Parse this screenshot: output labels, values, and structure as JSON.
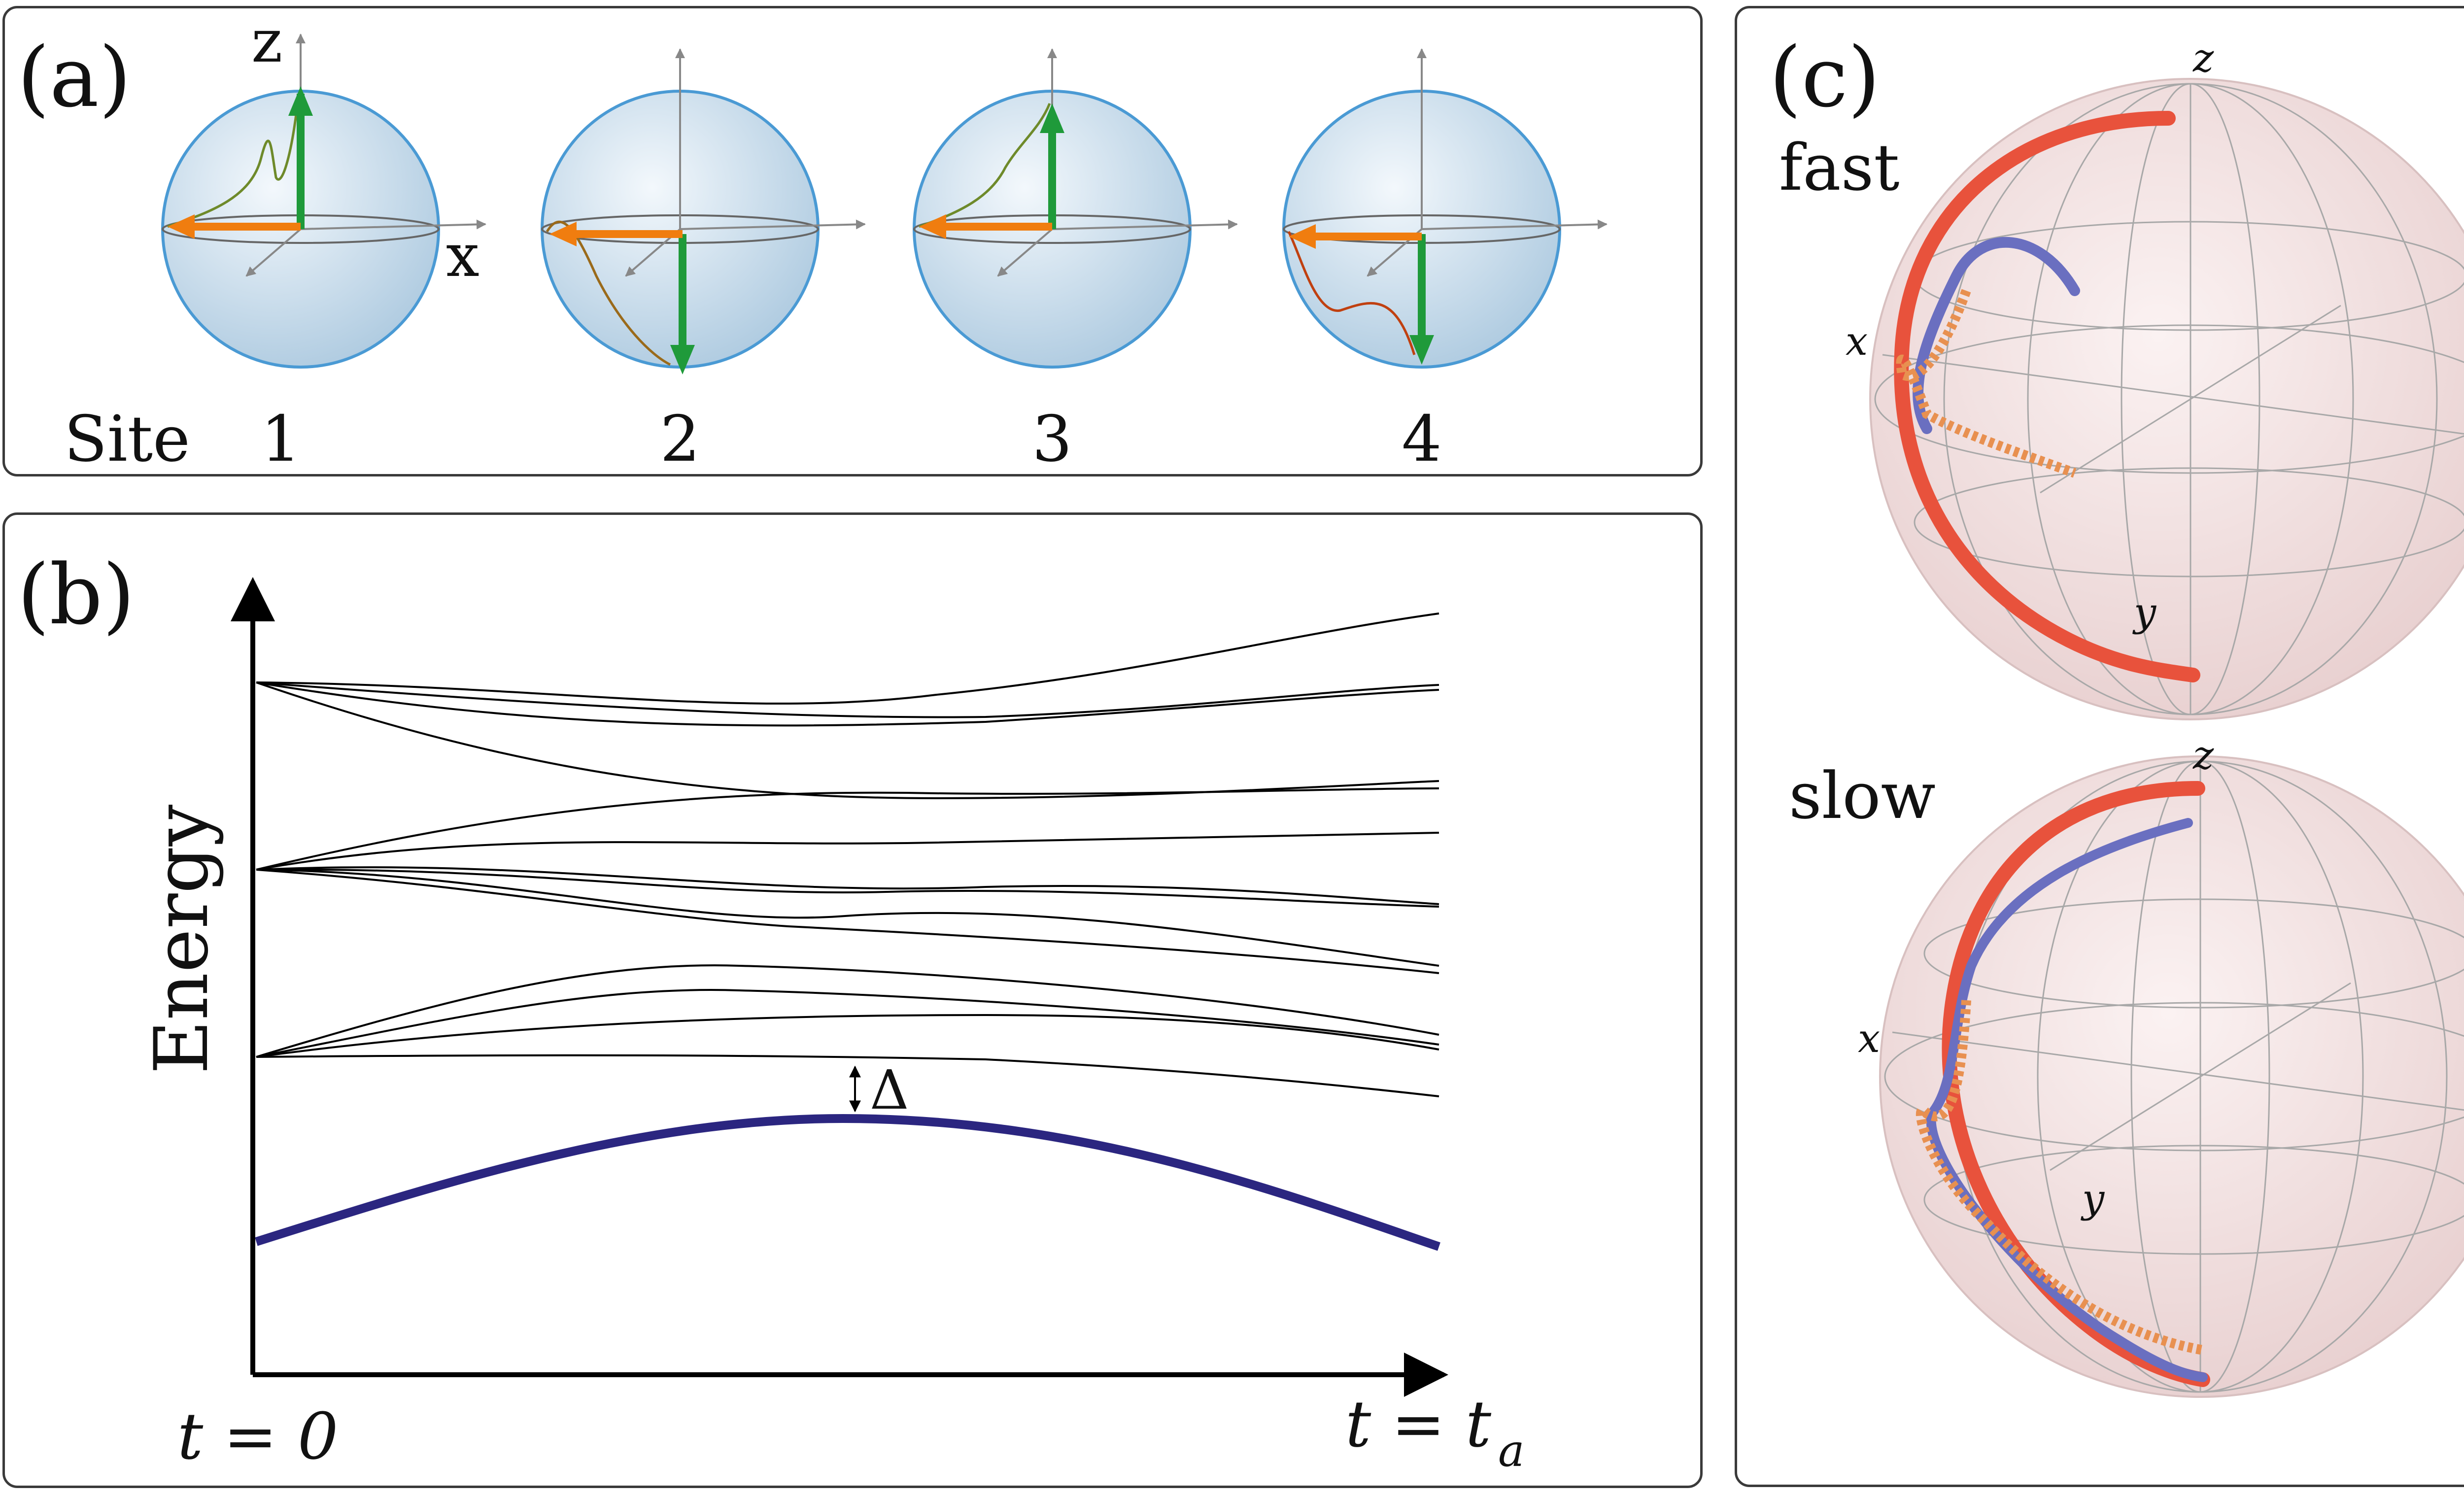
{
  "panel_a": {
    "label": "(a)",
    "site_label": "Site",
    "sites": [
      "1",
      "2",
      "3",
      "4"
    ],
    "axis_z": "z",
    "axis_x": "x",
    "green_arrow_direction": [
      "up",
      "down",
      "up",
      "down"
    ],
    "colors": {
      "sphere": "#cfe0ee",
      "sphere_edge": "#4a9ad4",
      "green": "#1f9a3a",
      "orange": "#f07d0f"
    }
  },
  "panel_b": {
    "label": "(b)",
    "ylabel": "Energy",
    "t_start": "t = 0",
    "t_end_t": "t = t",
    "t_end_sub": "a",
    "gap_label": "Δ",
    "colors": {
      "ground": "#2b2680",
      "levels": "#000000"
    }
  },
  "panel_c": {
    "label": "(c)",
    "fast_label": "fast",
    "slow_label": "slow",
    "axis_x": "x",
    "axis_y": "y",
    "axis_z": "z",
    "colors": {
      "sphere": "#f3dede",
      "red": "#e8523c",
      "blue": "#6a6fc0",
      "orange": "#e89050"
    }
  }
}
